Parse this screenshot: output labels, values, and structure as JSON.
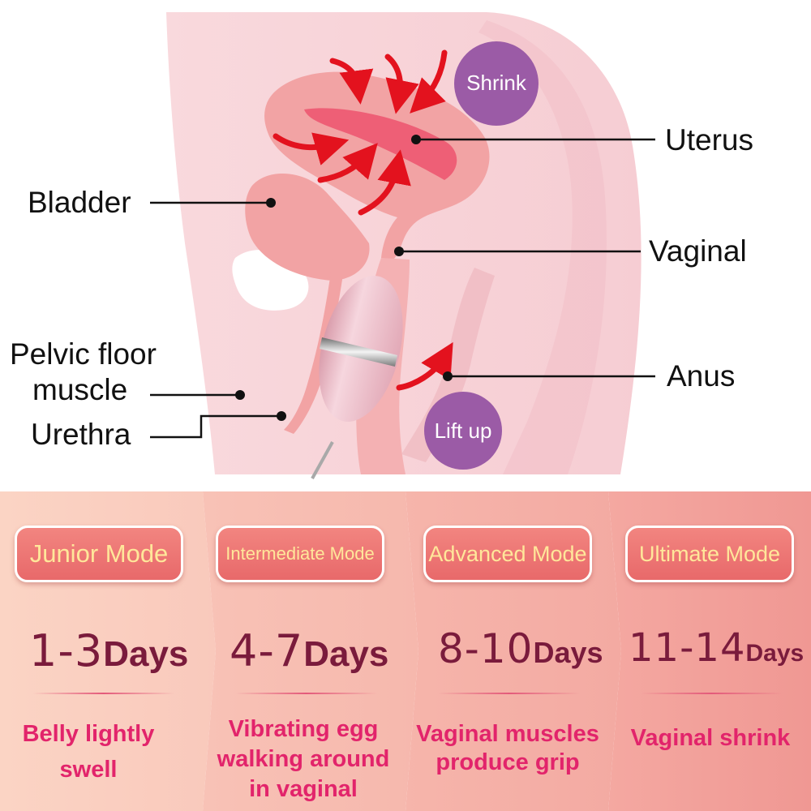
{
  "diagram": {
    "labels": {
      "uterus": "Uterus",
      "bladder": "Bladder",
      "vaginal": "Vaginal",
      "anus": "Anus",
      "pelvic_floor_line1": "Pelvic floor",
      "pelvic_floor_line2": "muscle",
      "urethra": "Urethra"
    },
    "badges": {
      "shrink": "Shrink",
      "lift_up": "Lift up"
    },
    "colors": {
      "arrow": "#e3121e",
      "badge": "#9b5ba6",
      "body": "#f8d3d7",
      "organ": "#f3a0a1",
      "uterus_core": "#ee5f76",
      "device": "#eec1cb"
    }
  },
  "steps": [
    {
      "mode": "Junior Mode",
      "range": "1-3",
      "unit": "Days",
      "desc": [
        "Belly lightly",
        "swell"
      ]
    },
    {
      "mode": "Intermediate Mode",
      "range": "4-7",
      "unit": "Days",
      "desc": [
        "Vibrating egg",
        "walking around",
        "in vaginal"
      ]
    },
    {
      "mode": "Advanced Mode",
      "range": "8-10",
      "unit": "Days",
      "desc": [
        "Vaginal muscles",
        "produce grip"
      ]
    },
    {
      "mode": "Ultimate Mode",
      "range": "11-14",
      "unit": "Days",
      "desc": [
        "Vaginal shrink"
      ]
    }
  ]
}
